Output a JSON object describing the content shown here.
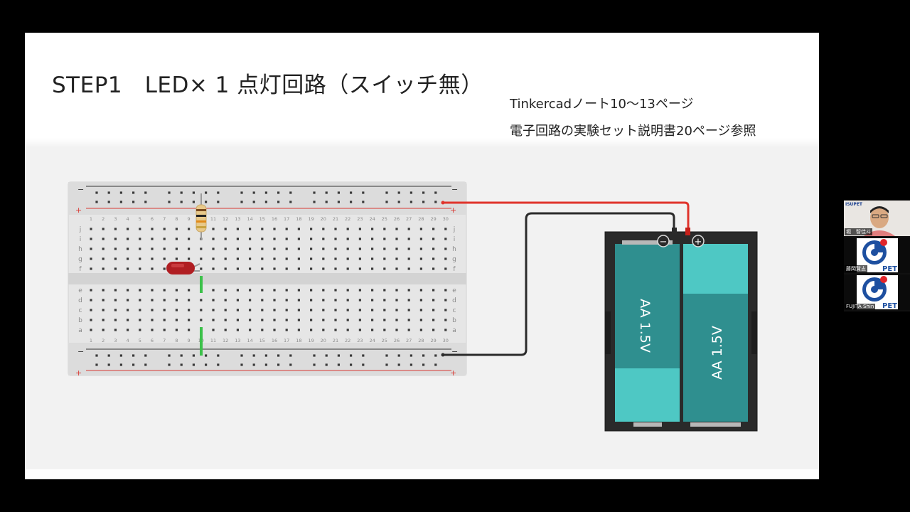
{
  "slide": {
    "title": "STEP1　LED× 1 点灯回路（スイッチ無）",
    "note_line1": "Tinkercadノート10〜13ページ",
    "note_line2": "電子回路の実験セット説明書20ページ参照"
  },
  "breadboard": {
    "rail_minus": "−",
    "rail_plus": "+",
    "row_labels_top": [
      "j",
      "i",
      "h",
      "g",
      "f"
    ],
    "row_labels_bottom": [
      "e",
      "d",
      "c",
      "b",
      "a"
    ],
    "column_labels": [
      "1",
      "2",
      "3",
      "4",
      "5",
      "6",
      "7",
      "8",
      "9",
      "10",
      "11",
      "12",
      "13",
      "14",
      "15",
      "16",
      "17",
      "18",
      "19",
      "20",
      "21",
      "22",
      "23",
      "24",
      "25",
      "26",
      "27",
      "28",
      "29",
      "30"
    ]
  },
  "battery": {
    "cell_left_label": "AA 1.5V",
    "cell_right_label": "AA 1.5V",
    "terminal_minus": "−",
    "terminal_plus": "+",
    "colors": {
      "holder": "#2a2a2a",
      "cell_dark": "#2f8f8f",
      "cell_light": "#4ec8c4"
    }
  },
  "colors": {
    "wire_red": "#e0342c",
    "wire_black": "#2b2b2b",
    "jumper_green": "#3cc14a",
    "led_red": "#b01e22",
    "rail_red_line": "#d93a34"
  },
  "video_panel": {
    "participants": [
      {
        "name": "堀　智佳斗",
        "org_tag": "ISUPET"
      },
      {
        "name": "藤岡賢志",
        "logo_text": "PET"
      },
      {
        "name": "FUJITA Shin",
        "logo_text": "PET"
      }
    ]
  }
}
